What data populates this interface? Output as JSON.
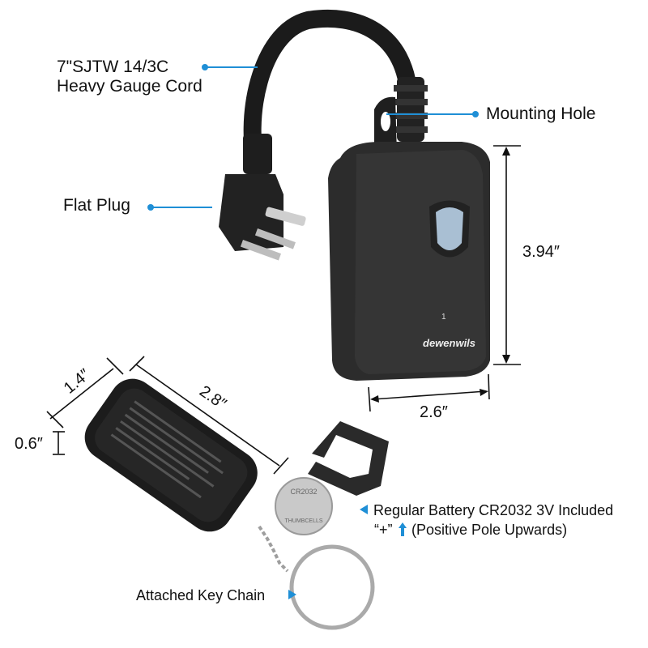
{
  "callouts": {
    "cord_line1": "7\"SJTW 14/3C",
    "cord_line2": "Heavy Gauge Cord",
    "mounting_hole": "Mounting Hole",
    "flat_plug": "Flat Plug",
    "battery_line1": "Regular Battery CR2032 3V Included",
    "battery_line2_prefix": "“+”",
    "battery_line2_suffix": "(Positive Pole Upwards)",
    "key_chain": "Attached Key Chain"
  },
  "dimensions": {
    "outlet_height": "3.94″",
    "outlet_width": "2.6″",
    "remote_width": "1.4″",
    "remote_length": "2.8″",
    "remote_thickness": "0.6″"
  },
  "product": {
    "brand": "dewenwils",
    "channel_number": "1",
    "battery_marking": "CR2032",
    "battery_brand": "THUMBCELLS"
  },
  "colors": {
    "accent": "#1f8fd6",
    "device_body": "#2a2a2a",
    "text": "#111111",
    "background": "#ffffff"
  }
}
